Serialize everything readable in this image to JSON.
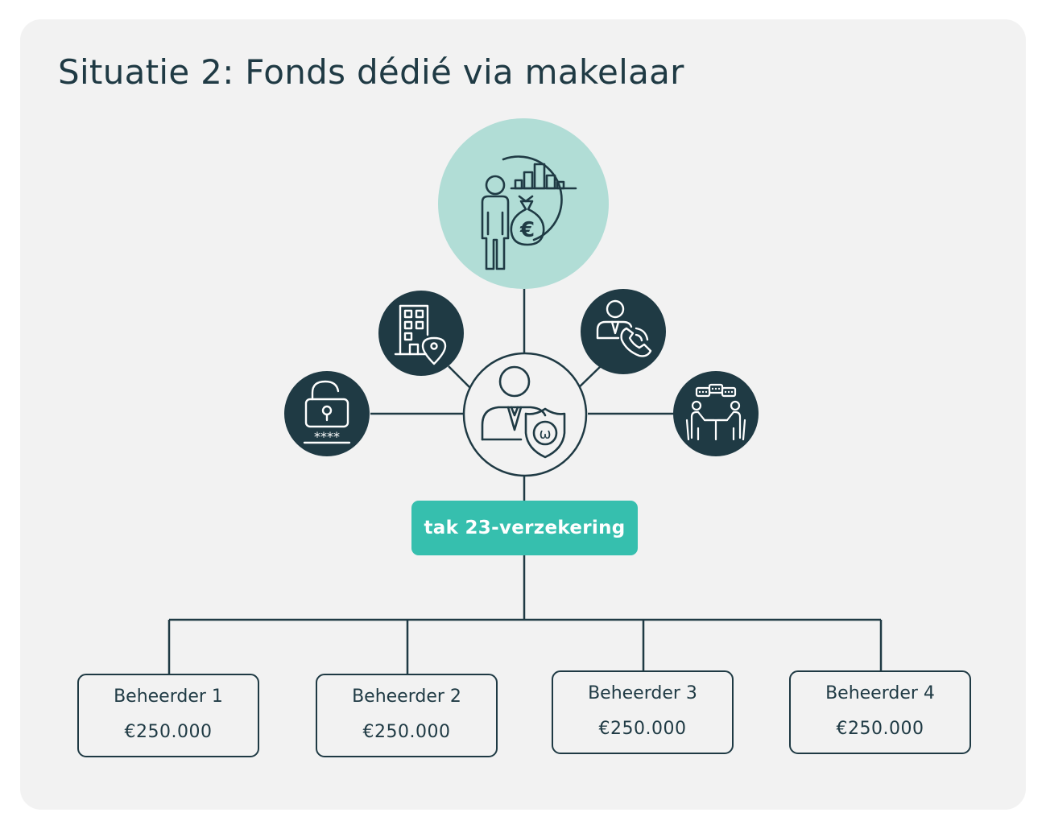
{
  "diagram": {
    "title": "Situatie 2: Fonds dédié via makelaar",
    "center_label": "tak 23-verzekering",
    "managers": [
      {
        "name": "Beheerder 1",
        "amount": "€250.000"
      },
      {
        "name": "Beheerder 2",
        "amount": "€250.000"
      },
      {
        "name": "Beheerder 3",
        "amount": "€250.000"
      },
      {
        "name": "Beheerder 4",
        "amount": "€250.000"
      }
    ],
    "icons": {
      "top": "investor-money-bag-icon",
      "center": "broker-shield-icon",
      "satellites": [
        "padlock-password-icon",
        "building-location-icon",
        "advisor-phone-icon",
        "meeting-chat-icon"
      ],
      "shield_letter": "ω"
    },
    "colors": {
      "dark": "#1f3a44",
      "accent": "#36bfae",
      "top_circle": "#b1ddd6",
      "background": "#f2f2f2"
    }
  }
}
